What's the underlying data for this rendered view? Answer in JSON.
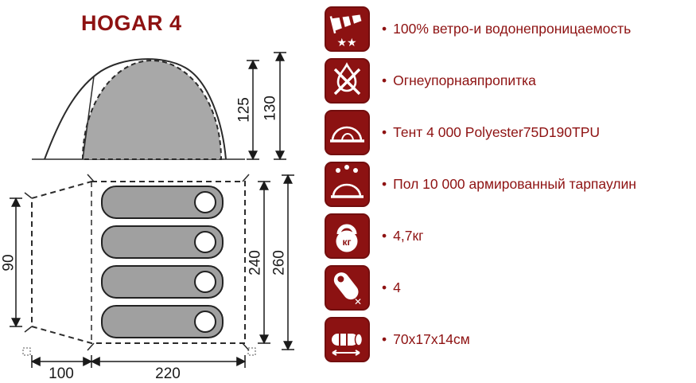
{
  "title": "HOGAR 4",
  "colors": {
    "accent": "#8c1212",
    "line": "#2b2b2b",
    "tent_gray": "#a8a8a8"
  },
  "bullet": "•",
  "side_view": {
    "dim_inner": "125",
    "dim_outer": "130"
  },
  "top_view": {
    "dim_width": "90",
    "dim_inner_len": "240",
    "dim_outer_len": "260",
    "dim_vestibule": "100",
    "dim_main": "220"
  },
  "features": [
    {
      "icon": "windsock-stars-icon",
      "label": "100% ветро-и водонепроницаемость"
    },
    {
      "icon": "flame-crossed-icon",
      "label": "Огнеупорнаяпропитка"
    },
    {
      "icon": "dome-tent-icon",
      "label": "Тент 4 000 Polyester75D190TPU"
    },
    {
      "icon": "tent-rain-icon",
      "label": "Пол 10 000 армированный тарпаулин"
    },
    {
      "icon": "kettlebell-kg-icon",
      "label": "4,7кг"
    },
    {
      "icon": "sleeping-bag-icon",
      "label": "4"
    },
    {
      "icon": "packed-size-icon",
      "label": "70х17х14см"
    }
  ],
  "icon_glyphs": {
    "stars": "★★",
    "kg": "кг",
    "cross": "✕"
  }
}
